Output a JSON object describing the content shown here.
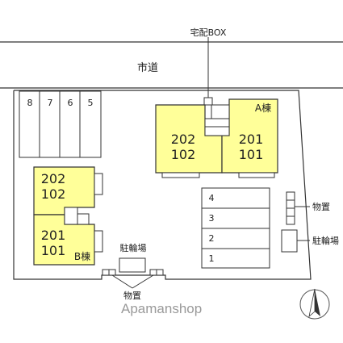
{
  "labels": {
    "delivery_box": "宅配BOX",
    "city_road": "市道",
    "parking_spots_top": [
      "8",
      "7",
      "6",
      "5"
    ],
    "bicycle_parking_center": "駐輪場",
    "storage_bottom": "物置",
    "storage_right": "物置",
    "bicycle_parking_right": "駐輪場",
    "parking_spots_right": [
      "4",
      "3",
      "2",
      "1"
    ]
  },
  "building_a": {
    "name": "A棟",
    "left_upper": "202",
    "left_lower": "102",
    "right_upper": "201",
    "right_lower": "101"
  },
  "building_b": {
    "name": "B棟",
    "top_upper": "202",
    "top_lower": "102",
    "bottom_upper": "201",
    "bottom_lower": "101"
  },
  "watermark": "Apamanshop",
  "colors": {
    "building_fill": "#ffff99",
    "line": "#333333",
    "watermark": "#9a9a9a"
  }
}
